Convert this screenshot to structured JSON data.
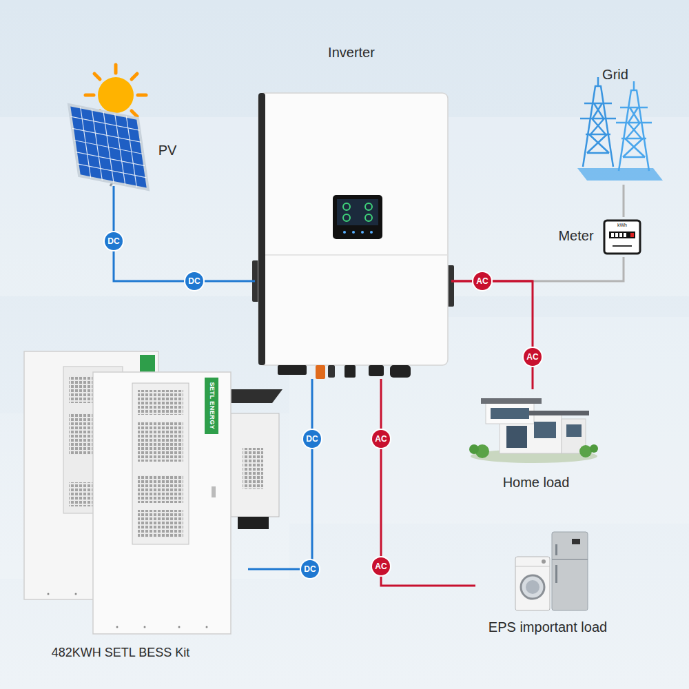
{
  "diagram": {
    "nodes": [
      {
        "text": [
          "Inverter"
        ]
      },
      {
        "text": [
          "PV"
        ]
      },
      {
        "text": [
          "Grid"
        ]
      },
      {
        "text": [
          "Meter"
        ]
      },
      {
        "text": [
          "Home load"
        ]
      },
      {
        "text": [
          "EPS important load"
        ]
      },
      {
        "text": [
          "482KWH SETL BESS Kit"
        ]
      }
    ],
    "edges": [
      {
        "from": 1,
        "to": 0,
        "arrow": "none",
        "label": "DC"
      },
      {
        "from": 6,
        "to": 0,
        "arrow": "none",
        "label": "DC"
      },
      {
        "from": 0,
        "to": 3,
        "arrow": "none",
        "label": "AC"
      },
      {
        "from": 3,
        "to": 2,
        "arrow": "none"
      },
      {
        "from": 0,
        "to": 4,
        "arrow": "none",
        "label": "AC"
      },
      {
        "from": 0,
        "to": 5,
        "arrow": "none",
        "label": "AC"
      }
    ],
    "labels": [
      "DC",
      "DC",
      "AC",
      "SETL ENERGY",
      "kWh"
    ]
  }
}
